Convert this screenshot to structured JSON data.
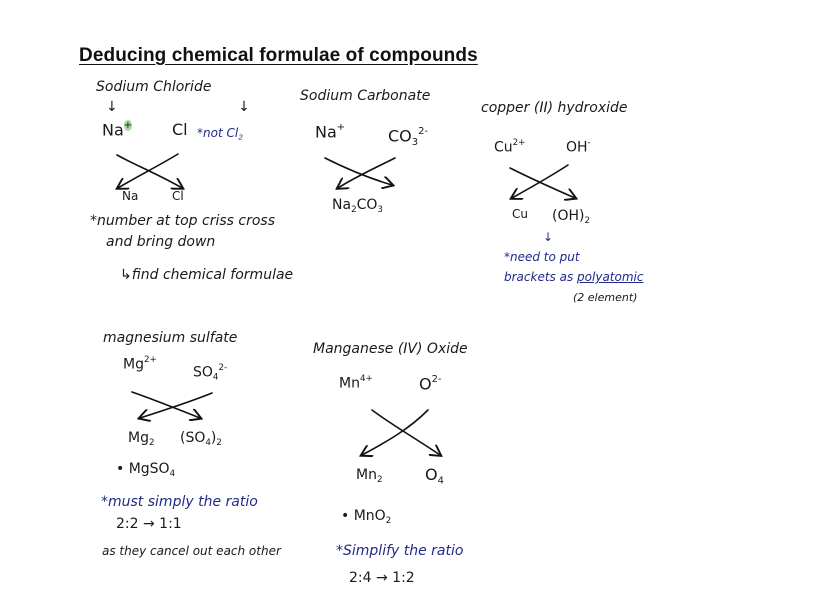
{
  "title": "Deducing chemical formulae of compounds",
  "sodium_chloride": {
    "name": "Sodium Chloride",
    "arrows": "↓ ↓",
    "ion1": "Na",
    "ion1_charge": "+",
    "ion2": "Cl",
    "ion2_note": "not Cl",
    "ion2_note_prefix": "*",
    "ion2_note_sub": "2",
    "result1": "Na",
    "result2": "Cl",
    "note_line1": "*number at top criss cross",
    "note_line2": "and bring down",
    "note_line3": "↳find chemical formulae"
  },
  "sodium_carbonate": {
    "name": "Sodium Carbonate",
    "ion1": "Na",
    "ion1_charge": "+",
    "ion2": "CO",
    "ion2_sub": "3",
    "ion2_charge": "2-",
    "result": "Na",
    "result_sub1": "2",
    "result_mid": "CO",
    "result_sub2": "3"
  },
  "copper_hydroxide": {
    "name": "copper (II) hydroxide",
    "ion1": "Cu",
    "ion1_charge": "2+",
    "ion2": "OH",
    "ion2_charge": "-",
    "result1": "Cu",
    "result2": "(OH)",
    "result2_sub": "2",
    "arrow": "↓",
    "note_line1": "*need to put",
    "note_line2_a": "brackets as",
    "note_line2_b": "polyatomic",
    "note_line3": "(2 element)"
  },
  "magnesium_sulfate": {
    "name": "magnesium sulfate",
    "ion1": "Mg",
    "ion1_charge": "2+",
    "ion2": "SO",
    "ion2_sub": "4",
    "ion2_charge": "2-",
    "result1": "Mg",
    "result1_sub": "2",
    "result2": "(SO",
    "result2_sub": "4",
    "result2_close": ")",
    "result2_sub2": "2",
    "final": "• MgSO",
    "final_sub": "4",
    "note_line1": "*must simply the ratio",
    "note_line2": "2:2 → 1:1",
    "note_line3": "as they cancel out each other"
  },
  "manganese_oxide": {
    "name": "Manganese (IV) Oxide",
    "ion1": "Mn",
    "ion1_charge": "4+",
    "ion2": "O",
    "ion2_charge": "2-",
    "result1": "Mn",
    "result1_sub": "2",
    "result2": "O",
    "result2_sub": "4",
    "final": "• MnO",
    "final_sub": "2",
    "note_line1": "*Simplify the ratio",
    "note_line2": "2:4 → 1:2"
  }
}
